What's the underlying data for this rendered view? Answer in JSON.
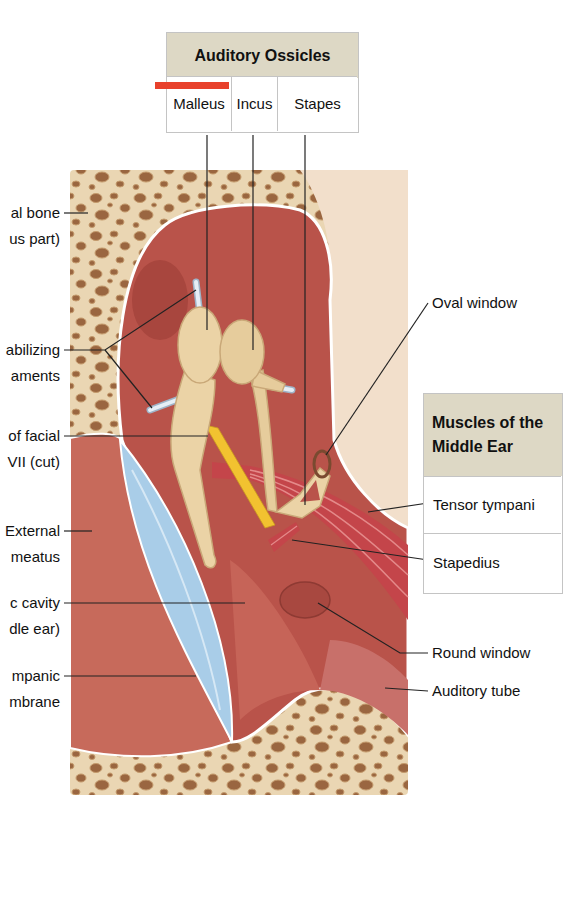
{
  "diagram": {
    "nodes": [
      {
        "text": [
          "Auditory Ossicles"
        ]
      },
      {
        "text": [
          "Malleus"
        ],
        "in": 0
      },
      {
        "text": [
          "Incus"
        ],
        "in": 0
      },
      {
        "text": [
          "Stapes"
        ],
        "in": 0
      },
      {
        "text": [
          "Muscles of the Middle Ear"
        ]
      },
      {
        "text": [
          "Tensor tympani"
        ],
        "in": 4
      },
      {
        "text": [
          "Stapedius"
        ],
        "in": 4
      }
    ],
    "labels": [
      "al bone us part)",
      "Oval window",
      "abilizing aments",
      "of facial VII (cut)",
      "External meatus",
      "c cavity dle ear)",
      "Round window",
      "mpanic mbrane",
      "Auditory tube"
    ]
  }
}
